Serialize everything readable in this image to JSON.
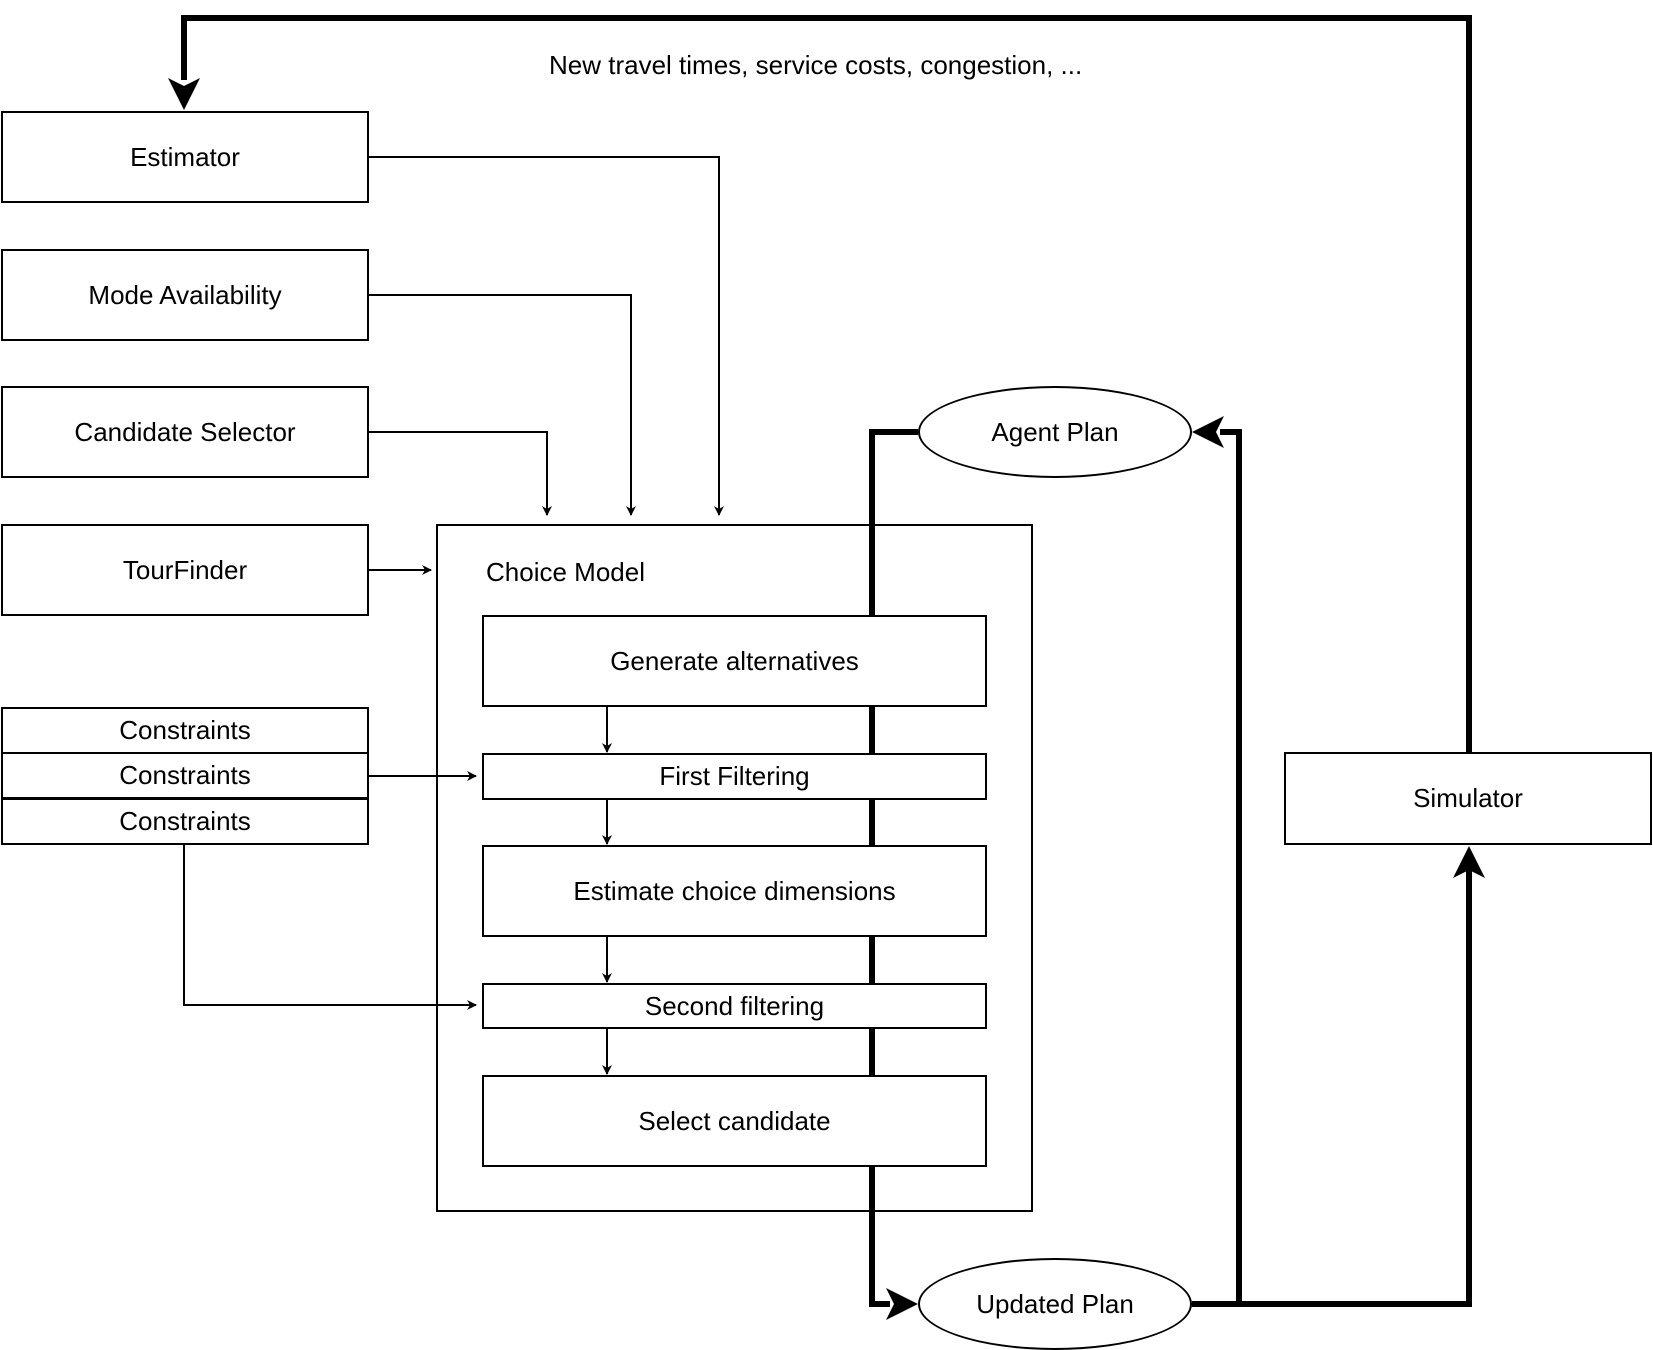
{
  "feedback_label": "New travel times, service costs, congestion, ...",
  "inputs": {
    "estimator": "Estimator",
    "mode_availability": "Mode Availability",
    "candidate_selector": "Candidate Selector",
    "tourfinder": "TourFinder"
  },
  "constraints": [
    "Constraints",
    "Constraints",
    "Constraints"
  ],
  "choice_model": {
    "title": "Choice Model",
    "steps": {
      "generate": "Generate alternatives",
      "first_filter": "First Filtering",
      "estimate": "Estimate choice dimensions",
      "second_filter": "Second filtering",
      "select": "Select candidate"
    }
  },
  "agent_plan": "Agent Plan",
  "updated_plan": "Updated Plan",
  "simulator": "Simulator"
}
